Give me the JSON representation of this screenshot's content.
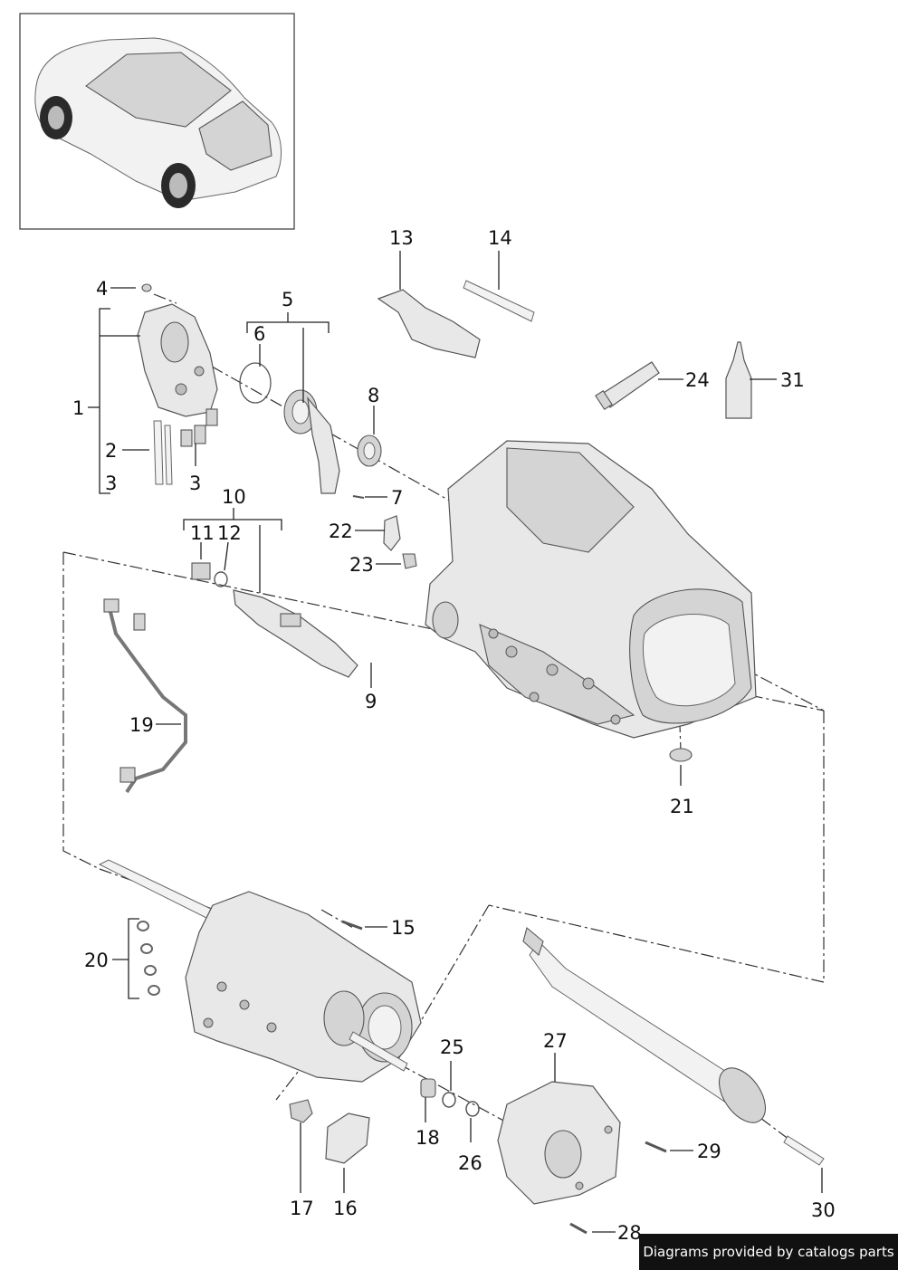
{
  "credit": "Diagrams provided by catalogs parts",
  "callouts": {
    "c1": "1",
    "c2": "2",
    "c3a": "3",
    "c3b": "3",
    "c4": "4",
    "c5": "5",
    "c6": "6",
    "c7": "7",
    "c8": "8",
    "c9": "9",
    "c10": "10",
    "c11": "11",
    "c12": "12",
    "c13": "13",
    "c14": "14",
    "c15": "15",
    "c16": "16",
    "c17": "17",
    "c18": "18",
    "c19": "19",
    "c20": "20",
    "c21": "21",
    "c22": "22",
    "c23": "23",
    "c24": "24",
    "c25": "25",
    "c26": "26",
    "c27": "27",
    "c28": "28",
    "c29": "29",
    "c30": "30",
    "c31": "31"
  }
}
